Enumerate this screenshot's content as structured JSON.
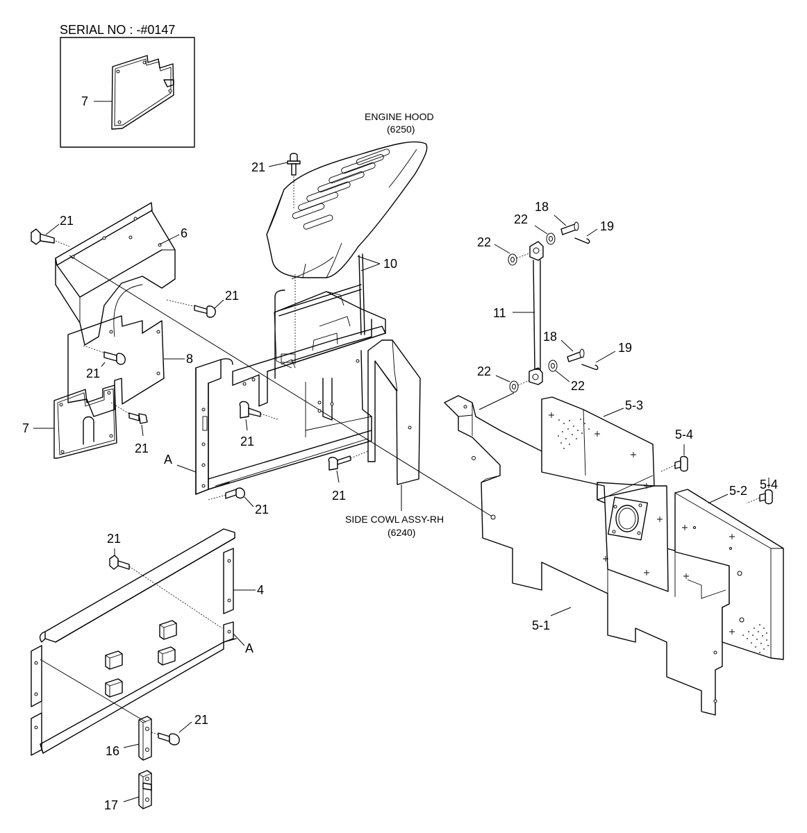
{
  "serial_note": "SERIAL NO : -#0147",
  "references": {
    "engine_hood": {
      "name": "ENGINE HOOD",
      "code": "(6250)"
    },
    "side_cowl": {
      "name": "SIDE COWL ASSY-RH",
      "code": "(6240)"
    }
  },
  "callouts": {
    "c7_inset": "7",
    "c21_top": "21",
    "c21_left": "21",
    "c6": "6",
    "c21_mid": "21",
    "c10": "10",
    "c21_b": "21",
    "c8": "8",
    "c7": "7",
    "c21_c": "21",
    "c21_d": "21",
    "cA_1": "A",
    "c21_e": "21",
    "c21_f": "21",
    "c18_a": "18",
    "c22_a": "22",
    "c19_a": "19",
    "c22_b": "22",
    "c11": "11",
    "c18_b": "18",
    "c19_b": "19",
    "c22_c": "22",
    "c22_d": "22",
    "c5_3": "5-3",
    "c5_4a": "5-4",
    "c5_2": "5-2",
    "c5_4b": "5-4",
    "c5_1": "5-1",
    "c21_g": "21",
    "c4": "4",
    "cA_2": "A",
    "c21_h": "21",
    "c16": "16",
    "c17": "17"
  }
}
